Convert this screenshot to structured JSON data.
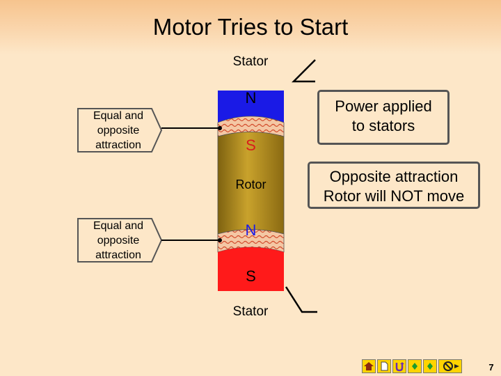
{
  "slide": {
    "title": "Motor Tries to Start",
    "stator_top_label": "Stator",
    "stator_bottom_label": "Stator",
    "top_stator": {
      "pole": "N",
      "color": "#1a1ae6"
    },
    "rotor": {
      "label": "Rotor",
      "top_pole": "S",
      "bottom_pole": "N",
      "color": "#b08a16"
    },
    "bottom_stator": {
      "pole": "S",
      "color": "#ff1a1a"
    },
    "left_notes": [
      {
        "lines": [
          "Equal and",
          "opposite",
          "attraction"
        ]
      },
      {
        "lines": [
          "Equal and",
          "opposite",
          "attraction"
        ]
      }
    ],
    "callouts": [
      {
        "lines": [
          "Power applied",
          "to stators"
        ]
      },
      {
        "lines": [
          "Opposite attraction",
          "Rotor will NOT move"
        ]
      }
    ],
    "page_number": "7",
    "nav_icons": [
      "home-icon",
      "document-icon",
      "return-icon",
      "previous-icon",
      "next-icon",
      "exit-icon"
    ]
  }
}
